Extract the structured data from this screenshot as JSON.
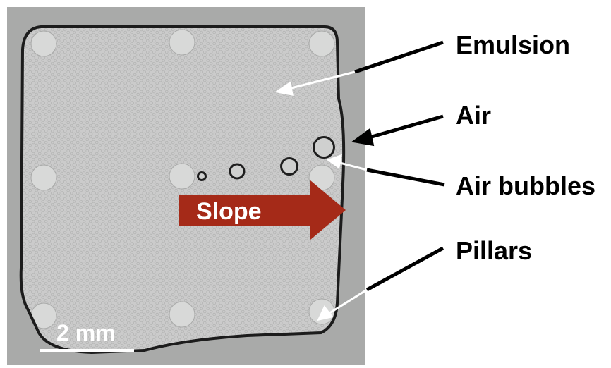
{
  "labels": {
    "emulsion": "Emulsion",
    "air": "Air",
    "air_bubbles": "Air bubbles",
    "pillars": "Pillars"
  },
  "slope_arrow": {
    "text": "Slope",
    "color": "#a52a18"
  },
  "scale_bar": {
    "text": "2 mm"
  },
  "colors": {
    "micrograph_background": "#a9aaa9",
    "chamber_fill": "#c4c5c4",
    "chamber_wall": "#1c1c1c",
    "pillar_fill": "#d8d9d8",
    "annotation_arrows": "#000000",
    "pointer_arrows": "#ffffff"
  }
}
